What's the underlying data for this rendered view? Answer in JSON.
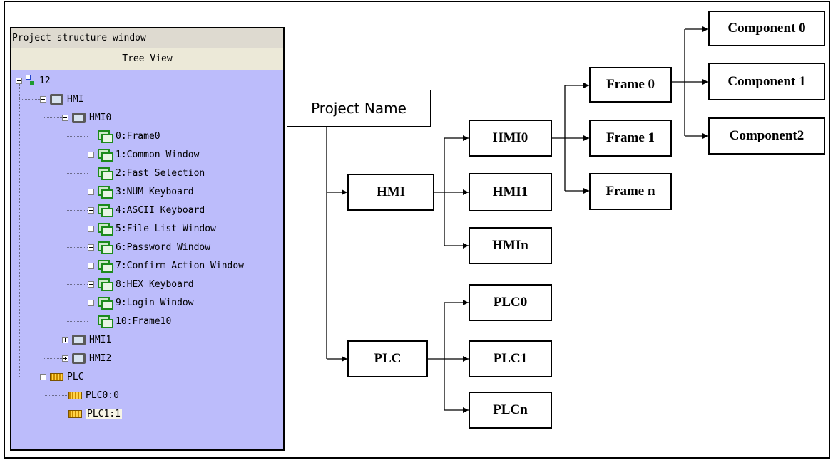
{
  "tree_window": {
    "title": "Project structure window",
    "tab_label": "Tree View",
    "nodes": [
      {
        "label": "12",
        "icon": "project-root-icon",
        "toggle": "minus"
      },
      {
        "label": "HMI",
        "icon": "monitor-icon",
        "toggle": "minus"
      },
      {
        "label": "HMI0",
        "icon": "monitor-icon",
        "toggle": "minus"
      },
      {
        "label": "0:Frame0",
        "icon": "frame-icon",
        "toggle": "none"
      },
      {
        "label": "1:Common Window",
        "icon": "frame-icon",
        "toggle": "plus"
      },
      {
        "label": "2:Fast Selection",
        "icon": "frame-icon",
        "toggle": "none"
      },
      {
        "label": "3:NUM Keyboard",
        "icon": "frame-icon",
        "toggle": "plus"
      },
      {
        "label": "4:ASCII Keyboard",
        "icon": "frame-icon",
        "toggle": "plus"
      },
      {
        "label": "5:File List Window",
        "icon": "frame-icon",
        "toggle": "plus"
      },
      {
        "label": "6:Password Window",
        "icon": "frame-icon",
        "toggle": "plus"
      },
      {
        "label": "7:Confirm Action Window",
        "icon": "frame-icon",
        "toggle": "plus"
      },
      {
        "label": "8:HEX Keyboard",
        "icon": "frame-icon",
        "toggle": "plus"
      },
      {
        "label": "9:Login Window",
        "icon": "frame-icon",
        "toggle": "plus"
      },
      {
        "label": "10:Frame10",
        "icon": "frame-icon",
        "toggle": "none"
      },
      {
        "label": "HMI1",
        "icon": "monitor-icon",
        "toggle": "plus"
      },
      {
        "label": "HMI2",
        "icon": "monitor-icon",
        "toggle": "plus"
      },
      {
        "label": "PLC",
        "icon": "plc-icon",
        "toggle": "minus"
      },
      {
        "label": "PLC0:0",
        "icon": "plc-icon",
        "toggle": "none"
      },
      {
        "label": "PLC1:1",
        "icon": "plc-icon",
        "toggle": "none",
        "selected": true
      }
    ]
  },
  "diagram": {
    "project_name": "Project Name",
    "hmi": "HMI",
    "plc": "PLC",
    "hmi0": "HMI0",
    "hmi1": "HMI1",
    "hmin": "HMIn",
    "plc0": "PLC0",
    "plc1": "PLC1",
    "plcn": "PLCn",
    "frame0": "Frame 0",
    "frame1": "Frame 1",
    "framen": "Frame n",
    "component0": "Component 0",
    "component1": "Component 1",
    "component2": "Component2"
  }
}
